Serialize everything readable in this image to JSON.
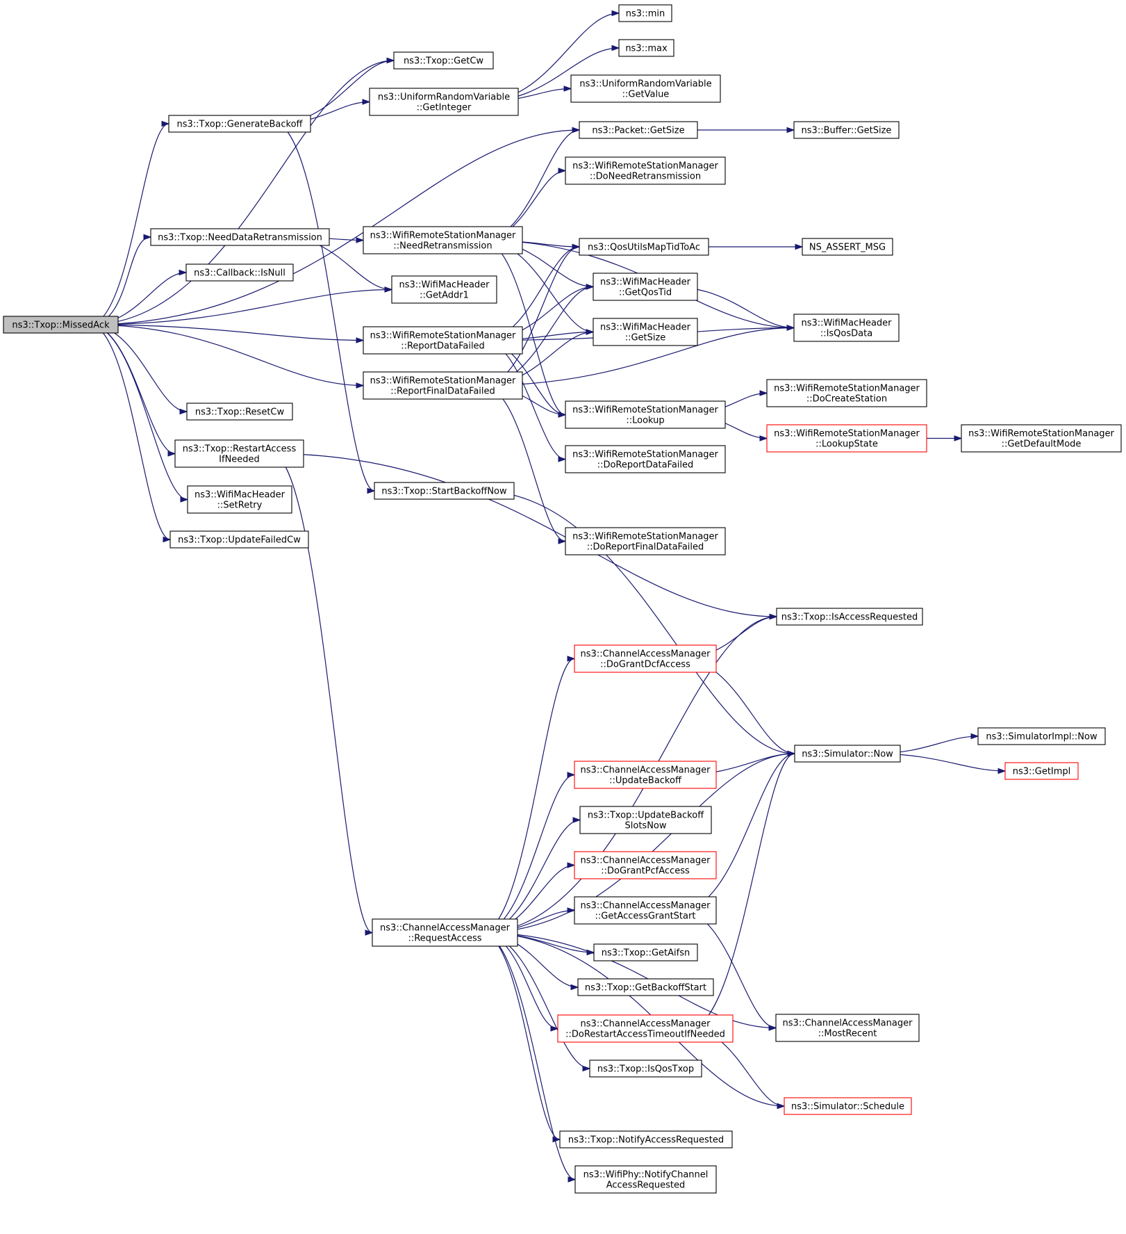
{
  "title": "",
  "nodes": {
    "missedack": {
      "lines": [
        "ns3::Txop::MissedAck"
      ],
      "style": "root"
    },
    "getcw": {
      "lines": [
        "ns3::Txop::GetCw"
      ]
    },
    "generatebackoff": {
      "lines": [
        "ns3::Txop::GenerateBackoff"
      ]
    },
    "min": {
      "lines": [
        "ns3::min"
      ]
    },
    "max": {
      "lines": [
        "ns3::max"
      ]
    },
    "urv_getinteger": {
      "lines": [
        "ns3::UniformRandomVariable",
        "::GetInteger"
      ]
    },
    "urv_getvalue": {
      "lines": [
        "ns3::UniformRandomVariable",
        "::GetValue"
      ]
    },
    "packet_getsize": {
      "lines": [
        "ns3::Packet::GetSize"
      ]
    },
    "buffer_getsize": {
      "lines": [
        "ns3::Buffer::GetSize"
      ]
    },
    "donretrans": {
      "lines": [
        "ns3::WifiRemoteStationManager",
        "::DoNeedRetransmission"
      ]
    },
    "needdataretrans": {
      "lines": [
        "ns3::Txop::NeedDataRetransmission"
      ]
    },
    "needretrans": {
      "lines": [
        "ns3::WifiRemoteStationManager",
        "::NeedRetransmission"
      ]
    },
    "qosutils": {
      "lines": [
        "ns3::QosUtilsMapTidToAc"
      ]
    },
    "nsassert": {
      "lines": [
        "NS_ASSERT_MSG"
      ]
    },
    "isnull": {
      "lines": [
        "ns3::Callback::IsNull"
      ]
    },
    "getaddr1": {
      "lines": [
        "ns3::WifiMacHeader",
        "::GetAddr1"
      ]
    },
    "getqostid": {
      "lines": [
        "ns3::WifiMacHeader",
        "::GetQosTid"
      ]
    },
    "isqosdata": {
      "lines": [
        "ns3::WifiMacHeader",
        "::IsQosData"
      ]
    },
    "reportdatafailed": {
      "lines": [
        "ns3::WifiRemoteStationManager",
        "::ReportDataFailed"
      ]
    },
    "hdr_getsize": {
      "lines": [
        "ns3::WifiMacHeader",
        "::GetSize"
      ]
    },
    "reportfinal": {
      "lines": [
        "ns3::WifiRemoteStationManager",
        "::ReportFinalDataFailed"
      ]
    },
    "docreatestation": {
      "lines": [
        "ns3::WifiRemoteStationManager",
        "::DoCreateStation"
      ]
    },
    "lookup": {
      "lines": [
        "ns3::WifiRemoteStationManager",
        "::Lookup"
      ]
    },
    "lookupstate": {
      "lines": [
        "ns3::WifiRemoteStationManager",
        "::LookupState"
      ],
      "style": "red"
    },
    "getdefaultmode": {
      "lines": [
        "ns3::WifiRemoteStationManager",
        "::GetDefaultMode"
      ]
    },
    "resetcw": {
      "lines": [
        "ns3::Txop::ResetCw"
      ]
    },
    "restartaccess": {
      "lines": [
        "ns3::Txop::RestartAccess",
        "IfNeeded"
      ]
    },
    "doreportdatafailed": {
      "lines": [
        "ns3::WifiRemoteStationManager",
        "::DoReportDataFailed"
      ]
    },
    "startbackoffnow": {
      "lines": [
        "ns3::Txop::StartBackoffNow"
      ]
    },
    "setretry": {
      "lines": [
        "ns3::WifiMacHeader",
        "::SetRetry"
      ]
    },
    "updatefailedcw": {
      "lines": [
        "ns3::Txop::UpdateFailedCw"
      ]
    },
    "doreportfinal": {
      "lines": [
        "ns3::WifiRemoteStationManager",
        "::DoReportFinalDataFailed"
      ]
    },
    "isaccessrequested": {
      "lines": [
        "ns3::Txop::IsAccessRequested"
      ]
    },
    "dograntdcf": {
      "lines": [
        "ns3::ChannelAccessManager",
        "::DoGrantDcfAccess"
      ],
      "style": "red"
    },
    "simimpl_now": {
      "lines": [
        "ns3::SimulatorImpl::Now"
      ]
    },
    "sim_now": {
      "lines": [
        "ns3::Simulator::Now"
      ]
    },
    "updatebackoff": {
      "lines": [
        "ns3::ChannelAccessManager",
        "::UpdateBackoff"
      ],
      "style": "red"
    },
    "getimpl": {
      "lines": [
        "ns3::GetImpl"
      ],
      "style": "red"
    },
    "updatebackoffslots": {
      "lines": [
        "ns3::Txop::UpdateBackoff",
        "SlotsNow"
      ]
    },
    "dograntpcf": {
      "lines": [
        "ns3::ChannelAccessManager",
        "::DoGrantPcfAccess"
      ],
      "style": "red"
    },
    "getaccessgrant": {
      "lines": [
        "ns3::ChannelAccessManager",
        "::GetAccessGrantStart"
      ]
    },
    "requestaccess": {
      "lines": [
        "ns3::ChannelAccessManager",
        "::RequestAccess"
      ]
    },
    "getaifsn": {
      "lines": [
        "ns3::Txop::GetAifsn"
      ]
    },
    "getbackoffstart": {
      "lines": [
        "ns3::Txop::GetBackoffStart"
      ]
    },
    "dorestart": {
      "lines": [
        "ns3::ChannelAccessManager",
        "::DoRestartAccessTimeoutIfNeeded"
      ],
      "style": "red"
    },
    "mostrecent": {
      "lines": [
        "ns3::ChannelAccessManager",
        "::MostRecent"
      ]
    },
    "isqostxop": {
      "lines": [
        "ns3::Txop::IsQosTxop"
      ]
    },
    "schedule": {
      "lines": [
        "ns3::Simulator::Schedule"
      ],
      "style": "red"
    },
    "notifyaccess": {
      "lines": [
        "ns3::Txop::NotifyAccessRequested"
      ]
    },
    "notifychannel": {
      "lines": [
        "ns3::WifiPhy::NotifyChannel",
        "AccessRequested"
      ]
    }
  },
  "edges": [
    [
      "missedack",
      "getcw"
    ],
    [
      "missedack",
      "generatebackoff"
    ],
    [
      "missedack",
      "packet_getsize"
    ],
    [
      "missedack",
      "needdataretrans"
    ],
    [
      "missedack",
      "isnull"
    ],
    [
      "missedack",
      "getaddr1"
    ],
    [
      "missedack",
      "reportdatafailed"
    ],
    [
      "missedack",
      "reportfinal"
    ],
    [
      "missedack",
      "resetcw"
    ],
    [
      "missedack",
      "restartaccess"
    ],
    [
      "missedack",
      "setretry"
    ],
    [
      "missedack",
      "updatefailedcw"
    ],
    [
      "generatebackoff",
      "getcw"
    ],
    [
      "generatebackoff",
      "urv_getinteger"
    ],
    [
      "generatebackoff",
      "startbackoffnow"
    ],
    [
      "urv_getinteger",
      "min"
    ],
    [
      "urv_getinteger",
      "max"
    ],
    [
      "urv_getinteger",
      "urv_getvalue"
    ],
    [
      "packet_getsize",
      "buffer_getsize"
    ],
    [
      "needdataretrans",
      "needretrans"
    ],
    [
      "needdataretrans",
      "getaddr1"
    ],
    [
      "needretrans",
      "packet_getsize"
    ],
    [
      "needretrans",
      "donretrans"
    ],
    [
      "needretrans",
      "isqosdata"
    ],
    [
      "needretrans",
      "qosutils"
    ],
    [
      "needretrans",
      "getqostid"
    ],
    [
      "needretrans",
      "hdr_getsize"
    ],
    [
      "needretrans",
      "lookup"
    ],
    [
      "qosutils",
      "nsassert"
    ],
    [
      "getqostid",
      "isqosdata"
    ],
    [
      "reportdatafailed",
      "qosutils"
    ],
    [
      "reportdatafailed",
      "getqostid"
    ],
    [
      "reportdatafailed",
      "hdr_getsize"
    ],
    [
      "reportdatafailed",
      "isqosdata"
    ],
    [
      "reportdatafailed",
      "lookup"
    ],
    [
      "reportdatafailed",
      "doreportdatafailed"
    ],
    [
      "reportfinal",
      "qosutils"
    ],
    [
      "reportfinal",
      "getqostid"
    ],
    [
      "reportfinal",
      "hdr_getsize"
    ],
    [
      "reportfinal",
      "lookup"
    ],
    [
      "reportfinal",
      "isqosdata"
    ],
    [
      "reportfinal",
      "doreportfinal"
    ],
    [
      "lookup",
      "docreatestation"
    ],
    [
      "lookup",
      "lookupstate"
    ],
    [
      "lookupstate",
      "getdefaultmode"
    ],
    [
      "restartaccess",
      "isaccessrequested"
    ],
    [
      "restartaccess",
      "requestaccess"
    ],
    [
      "startbackoffnow",
      "sim_now"
    ],
    [
      "dograntdcf",
      "isaccessrequested"
    ],
    [
      "dograntdcf",
      "sim_now"
    ],
    [
      "updatebackoff",
      "sim_now"
    ],
    [
      "sim_now",
      "simimpl_now"
    ],
    [
      "sim_now",
      "getimpl"
    ],
    [
      "getaccessgrant",
      "sim_now"
    ],
    [
      "getaccessgrant",
      "mostrecent"
    ],
    [
      "dorestart",
      "sim_now"
    ],
    [
      "dorestart",
      "schedule"
    ],
    [
      "requestaccess",
      "isaccessrequested"
    ],
    [
      "requestaccess",
      "dograntdcf"
    ],
    [
      "requestaccess",
      "sim_now"
    ],
    [
      "requestaccess",
      "updatebackoff"
    ],
    [
      "requestaccess",
      "updatebackoffslots"
    ],
    [
      "requestaccess",
      "dograntpcf"
    ],
    [
      "requestaccess",
      "getaccessgrant"
    ],
    [
      "requestaccess",
      "getaifsn"
    ],
    [
      "requestaccess",
      "getbackoffstart"
    ],
    [
      "requestaccess",
      "dorestart"
    ],
    [
      "requestaccess",
      "mostrecent"
    ],
    [
      "requestaccess",
      "isqostxop"
    ],
    [
      "requestaccess",
      "schedule"
    ],
    [
      "requestaccess",
      "notifyaccess"
    ],
    [
      "requestaccess",
      "notifychannel"
    ]
  ]
}
